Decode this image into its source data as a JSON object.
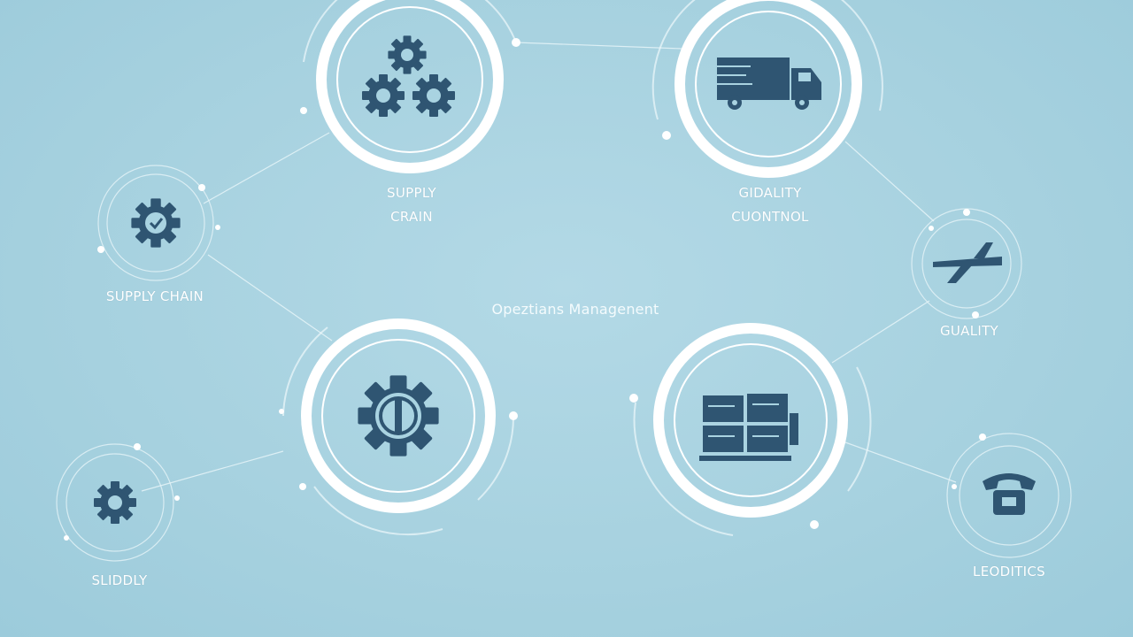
{
  "title": "Opeztians Managenent",
  "labels": {
    "supply_chain_top": [
      "SUPPLY",
      "CRAIN"
    ],
    "quality_control": [
      "GIDALITY",
      "CUONTNOL"
    ],
    "supply_chain_left": "SUPPLY CHAIN",
    "quality": "GUALITY",
    "supply": "SLIDDLY",
    "logistics": "LEODITICS"
  },
  "icons": {
    "node_gears": "gears-icon",
    "node_truck": "truck-icon",
    "node_check_gear": "gear-check-icon",
    "node_plane": "airplane-icon",
    "node_center_gear": "gear-icon",
    "node_warehouse": "warehouse-icon",
    "node_small_gear": "gear-icon",
    "node_phone": "phone-icon"
  },
  "colors": {
    "background": "#a6d1df",
    "ring": "#ffffff",
    "icon": "#2f5572",
    "connector": "#e6f4f8"
  }
}
